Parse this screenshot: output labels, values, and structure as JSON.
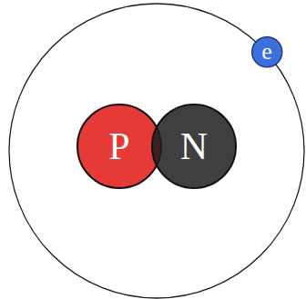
{
  "diagram": {
    "nodes": [
      {
        "text": [
          "e"
        ]
      },
      {
        "text": [
          "P"
        ]
      },
      {
        "text": [
          "N"
        ]
      }
    ]
  }
}
